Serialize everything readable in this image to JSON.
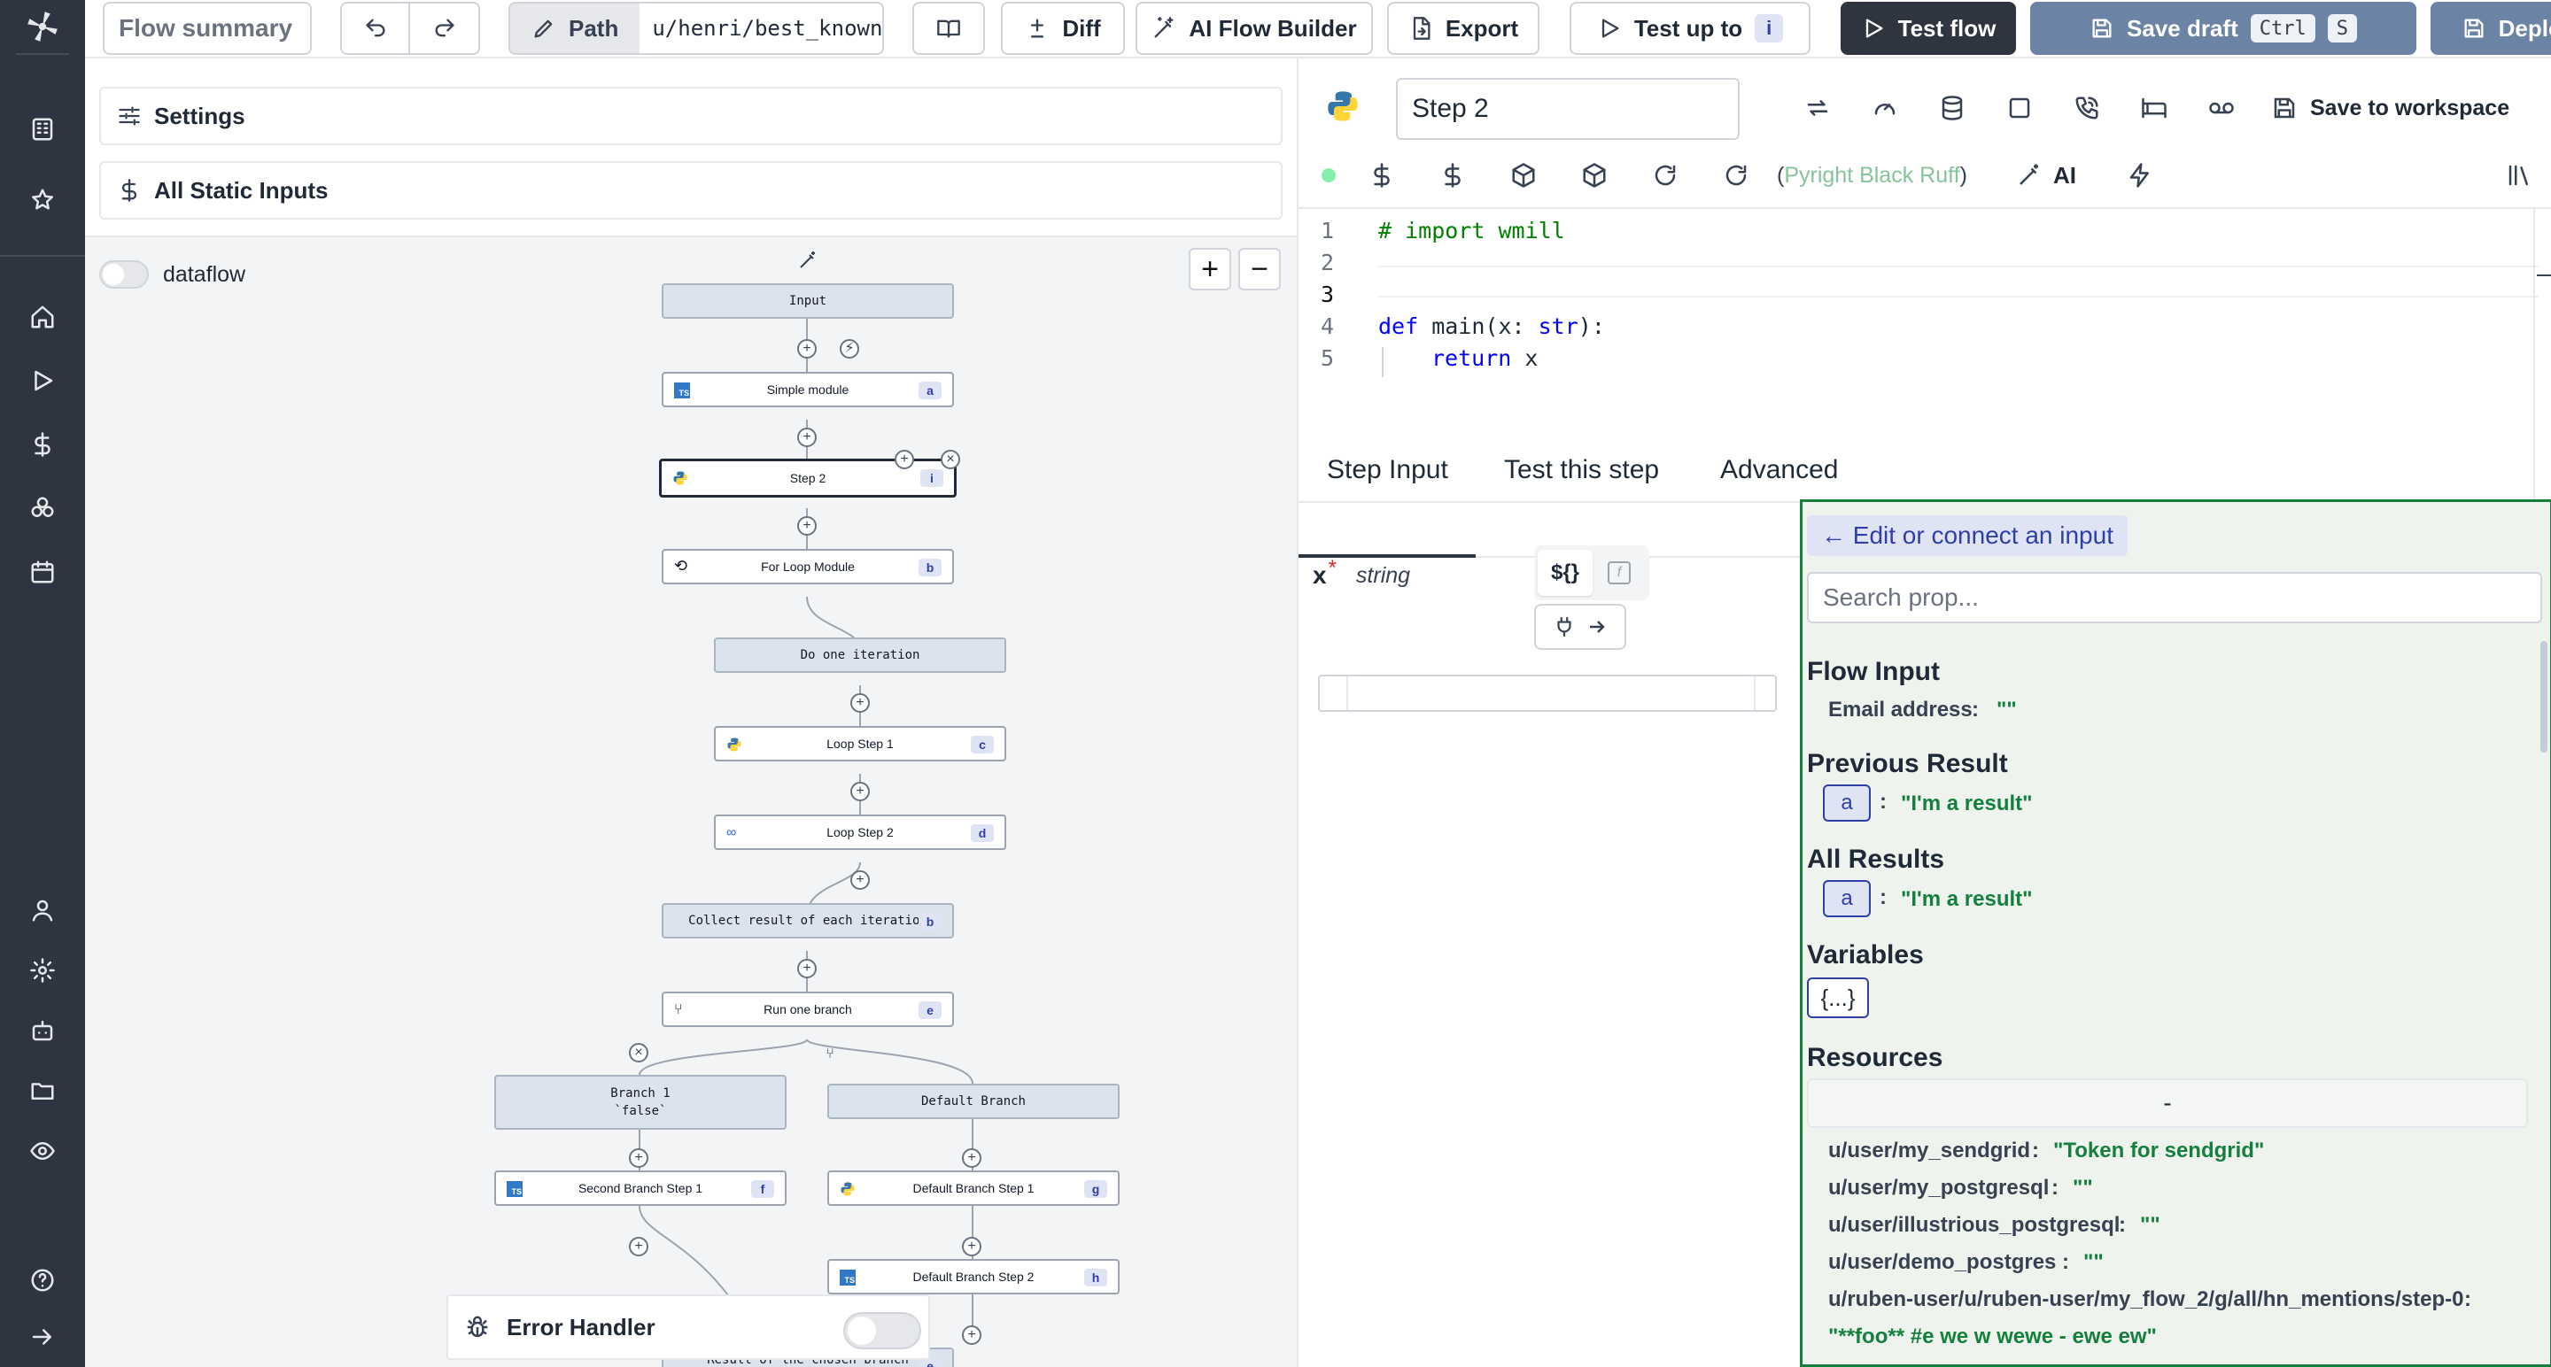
{
  "toolbar": {
    "summary_placeholder": "Flow summary",
    "path_label": "Path",
    "path_value": "u/henri/best_known",
    "diff_label": "Diff",
    "ai_builder_label": "AI Flow Builder",
    "export_label": "Export",
    "test_up_to_label": "Test up to",
    "test_up_to_id": "i",
    "test_flow_label": "Test flow",
    "save_draft_label": "Save draft",
    "save_draft_kbd1": "Ctrl",
    "save_draft_kbd2": "S",
    "deploy_label": "Deploy"
  },
  "left_panel": {
    "settings_label": "Settings",
    "static_inputs_label": "All Static Inputs",
    "dataflow_label": "dataflow",
    "zoom_in": "+",
    "zoom_out": "−",
    "error_handler_label": "Error Handler"
  },
  "flow": {
    "input": "Input",
    "simple_module": {
      "label": "Simple module",
      "id": "a"
    },
    "step2": {
      "label": "Step 2",
      "id": "i"
    },
    "for_loop": {
      "label": "For Loop Module",
      "id": "b"
    },
    "do_one_iteration": "Do one iteration",
    "loop_step1": {
      "label": "Loop Step 1",
      "id": "c"
    },
    "loop_step2": {
      "label": "Loop Step 2",
      "id": "d"
    },
    "collect": {
      "label": "Collect result of each iteration",
      "id": "b"
    },
    "run_one_branch": {
      "label": "Run one branch",
      "id": "e"
    },
    "branch1_line1": "Branch 1",
    "branch1_line2": "`false`",
    "default_branch": "Default Branch",
    "second_branch_step1": {
      "label": "Second Branch Step 1",
      "id": "f"
    },
    "default_branch_step1": {
      "label": "Default Branch Step 1",
      "id": "g"
    },
    "default_branch_step2": {
      "label": "Default Branch Step 2",
      "id": "h"
    },
    "result_chosen": {
      "label": "Result of the chosen branch",
      "id": "e"
    }
  },
  "editor": {
    "step_name": "Step 2",
    "save_to_workspace": "Save to workspace",
    "lsp_open": "(",
    "lsp_tools": "Pyright Black Ruff",
    "lsp_close": ")",
    "ai_label": "AI",
    "lines": [
      {
        "n": "1",
        "text": "# import wmill"
      },
      {
        "n": "2",
        "text": ""
      },
      {
        "n": "3",
        "text": ""
      },
      {
        "n": "4",
        "text": "def main(x: str):"
      },
      {
        "n": "5",
        "text": "    return x"
      }
    ],
    "code_parts": {
      "l1": "# import wmill",
      "l4_def": "def",
      "l4_main": " main(x: ",
      "l4_str": "str",
      "l4_end": "):",
      "l5_return": "return",
      "l5_x": " x"
    }
  },
  "tabs": {
    "step_input": "Step Input",
    "test_step": "Test this step",
    "advanced": "Advanced"
  },
  "step_input": {
    "arg_name": "x",
    "required_mark": "*",
    "arg_type": "string",
    "expr_btn": "${}"
  },
  "connect": {
    "title": "← Edit or connect an input",
    "search_placeholder": "Search prop...",
    "flow_input_title": "Flow Input",
    "email_key": "Email address",
    "email_val": "\"\"",
    "prev_result_title": "Previous Result",
    "prev_key": "a",
    "prev_val": "\"I'm a result\"",
    "all_results_title": "All Results",
    "all_key": "a",
    "all_val": "\"I'm a result\"",
    "variables_title": "Variables",
    "variables_btn": "{...}",
    "resources_title": "Resources",
    "resources_dash": "-",
    "resources": [
      {
        "key": "u/user/my_sendgrid",
        "val": "\"Token for sendgrid\""
      },
      {
        "key": "u/user/my_postgresql",
        "val": "\"\""
      },
      {
        "key": "u/user/illustrious_postgresql",
        "val": "\"\""
      },
      {
        "key": "u/user/demo_postgres",
        "val": "\"\""
      },
      {
        "key": "u/ruben-user/u/ruben-user/my_flow_2/g/all/hn_mentions/step-0",
        "val": ""
      },
      {
        "key": "",
        "val": "\"**foo** #e we w wewe - ewe ew\""
      }
    ]
  },
  "colors": {
    "sidebar_bg": "#2e3440",
    "test_flow_bg": "#2e3440",
    "save_bg": "#6b83a5",
    "accent_blue": "#2f3fa8",
    "connect_bg": "#eef3ee",
    "connect_border": "#15803d",
    "value_green": "#15803d",
    "code_keyword": "#0000ff",
    "code_comment": "#008000"
  }
}
